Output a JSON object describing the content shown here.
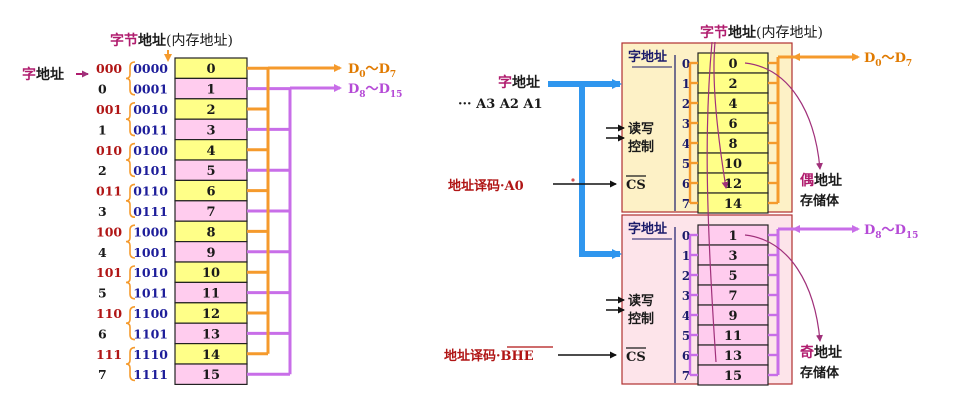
{
  "colors": {
    "yellow_cell": "#ffff88",
    "pink_cell": "#ffccee",
    "orange_bus": "#f59a2c",
    "purple_bus": "#c86ee8",
    "blue_arrow": "#2f96ee",
    "word_addr_red": "#b01515",
    "binary_blue": "#1d1d9a",
    "even_panel": "#fdf1c6",
    "odd_panel": "#fde4ea",
    "panel_border": "#b03030"
  },
  "left": {
    "title_char1": "字",
    "title_char2": "节",
    "title_rest": "地址",
    "title_paren": "(内存地址)",
    "word_addr_label": "字地址",
    "bus_low": {
      "label": "D",
      "sub_a": "0",
      "tilde": "～",
      "label2": "D",
      "sub_b": "7"
    },
    "bus_high": {
      "label": "D",
      "sub_a": "8",
      "tilde": "～",
      "label2": "D",
      "sub_b": "15"
    },
    "groups": [
      {
        "bin": "000",
        "dec": "0"
      },
      {
        "bin": "001",
        "dec": "1"
      },
      {
        "bin": "010",
        "dec": "2"
      },
      {
        "bin": "011",
        "dec": "3"
      },
      {
        "bin": "100",
        "dec": "4"
      },
      {
        "bin": "101",
        "dec": "5"
      },
      {
        "bin": "110",
        "dec": "6"
      },
      {
        "bin": "111",
        "dec": "7"
      }
    ],
    "rows": [
      {
        "addr": "0000",
        "value": "0"
      },
      {
        "addr": "0001",
        "value": "1"
      },
      {
        "addr": "0010",
        "value": "2"
      },
      {
        "addr": "0011",
        "value": "3"
      },
      {
        "addr": "0100",
        "value": "4"
      },
      {
        "addr": "0101",
        "value": "5"
      },
      {
        "addr": "0110",
        "value": "6"
      },
      {
        "addr": "0111",
        "value": "7"
      },
      {
        "addr": "1000",
        "value": "8"
      },
      {
        "addr": "1001",
        "value": "9"
      },
      {
        "addr": "1010",
        "value": "10"
      },
      {
        "addr": "1011",
        "value": "11"
      },
      {
        "addr": "1100",
        "value": "12"
      },
      {
        "addr": "1101",
        "value": "13"
      },
      {
        "addr": "1110",
        "value": "14"
      },
      {
        "addr": "1111",
        "value": "15"
      }
    ]
  },
  "right": {
    "title_char1": "字",
    "title_char2": "节",
    "title_rest": "地址",
    "title_paren": "(内存地址)",
    "word_addr_input_char1": "字",
    "word_addr_input_rest": "地址",
    "addr_lines": "···  A3  A2  A1",
    "decoder_a0": "地址译码·A0",
    "decoder_bhe_prefix": "地址译码·",
    "decoder_bhe": "BHE",
    "bus_low": {
      "label": "D",
      "sub_a": "0",
      "tilde": "～",
      "label2": "D",
      "sub_b": "7"
    },
    "bus_high": {
      "label": "D",
      "sub_a": "8",
      "tilde": "～",
      "label2": "D",
      "sub_b": "15"
    },
    "even_bank": {
      "word_addr_label": "字地址",
      "word_addrs": [
        "0",
        "1",
        "2",
        "3",
        "4",
        "5",
        "6",
        "7"
      ],
      "cells": [
        "0",
        "2",
        "4",
        "6",
        "8",
        "10",
        "12",
        "14"
      ],
      "rw_line1": "读写",
      "rw_line2": "控制",
      "cs": "CS",
      "name_char": "偶",
      "name_rest": "地址",
      "name_line2": "存储体"
    },
    "odd_bank": {
      "word_addr_label": "字地址",
      "word_addrs": [
        "0",
        "1",
        "2",
        "3",
        "4",
        "5",
        "6",
        "7"
      ],
      "cells": [
        "1",
        "3",
        "5",
        "7",
        "9",
        "11",
        "13",
        "15"
      ],
      "rw_line1": "读写",
      "rw_line2": "控制",
      "cs": "CS",
      "name_char": "奇",
      "name_rest": "地址",
      "name_line2": "存储体"
    }
  }
}
